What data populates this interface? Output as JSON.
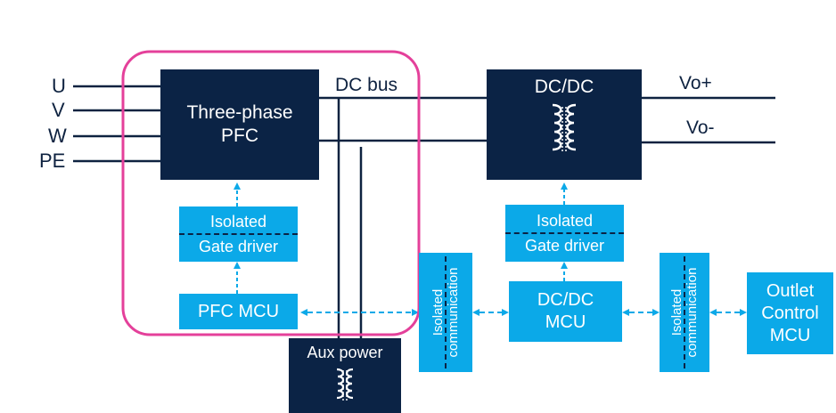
{
  "inputs": {
    "u": "U",
    "v": "V",
    "w": "W",
    "pe": "PE"
  },
  "dc_bus_label": "DC bus",
  "outputs": {
    "vo_plus": "Vo+",
    "vo_minus": "Vo-"
  },
  "blocks": {
    "pfc": {
      "line1": "Three-phase",
      "line2": "PFC"
    },
    "dcdc": "DC/DC",
    "pfc_gate_driver": {
      "line1": "Isolated",
      "line2": "Gate driver"
    },
    "dcdc_gate_driver": {
      "line1": "Isolated",
      "line2": "Gate driver"
    },
    "pfc_mcu": "PFC MCU",
    "dcdc_mcu": {
      "line1": "DC/DC",
      "line2": "MCU"
    },
    "aux_power": "Aux power",
    "iso_comm_1": {
      "line1": "Isolated",
      "line2": "communication"
    },
    "iso_comm_2": {
      "line1": "Isolated",
      "line2": "communication"
    },
    "outlet_mcu": {
      "line1": "Outlet",
      "line2": "Control",
      "line3": "MCU"
    }
  },
  "colors": {
    "dark_block": "#0b2345",
    "light_block": "#0ba9e8",
    "highlight": "#e4409a"
  },
  "icons": [
    "transformer-icon"
  ]
}
